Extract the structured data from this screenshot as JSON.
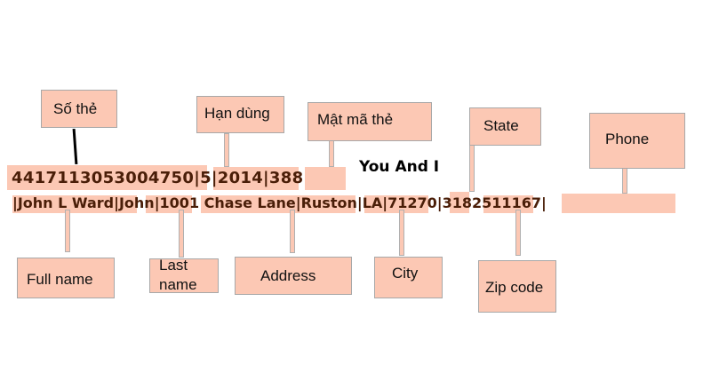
{
  "diagram": {
    "title": "You And I",
    "line1": "4417113053004750|5|2014|388",
    "line2": "|John L Ward|John|1001 Chase Lane|Ruston|LA|71270|3182511167|",
    "labels": {
      "card_number": "Số thẻ",
      "expiry": "Hạn dùng",
      "cvv": "Mật mã thẻ",
      "state": "State",
      "phone": "Phone",
      "full_name": "Full name",
      "last_name": "Last name",
      "address": "Address",
      "city": "City",
      "zip_code": "Zip code"
    }
  }
}
